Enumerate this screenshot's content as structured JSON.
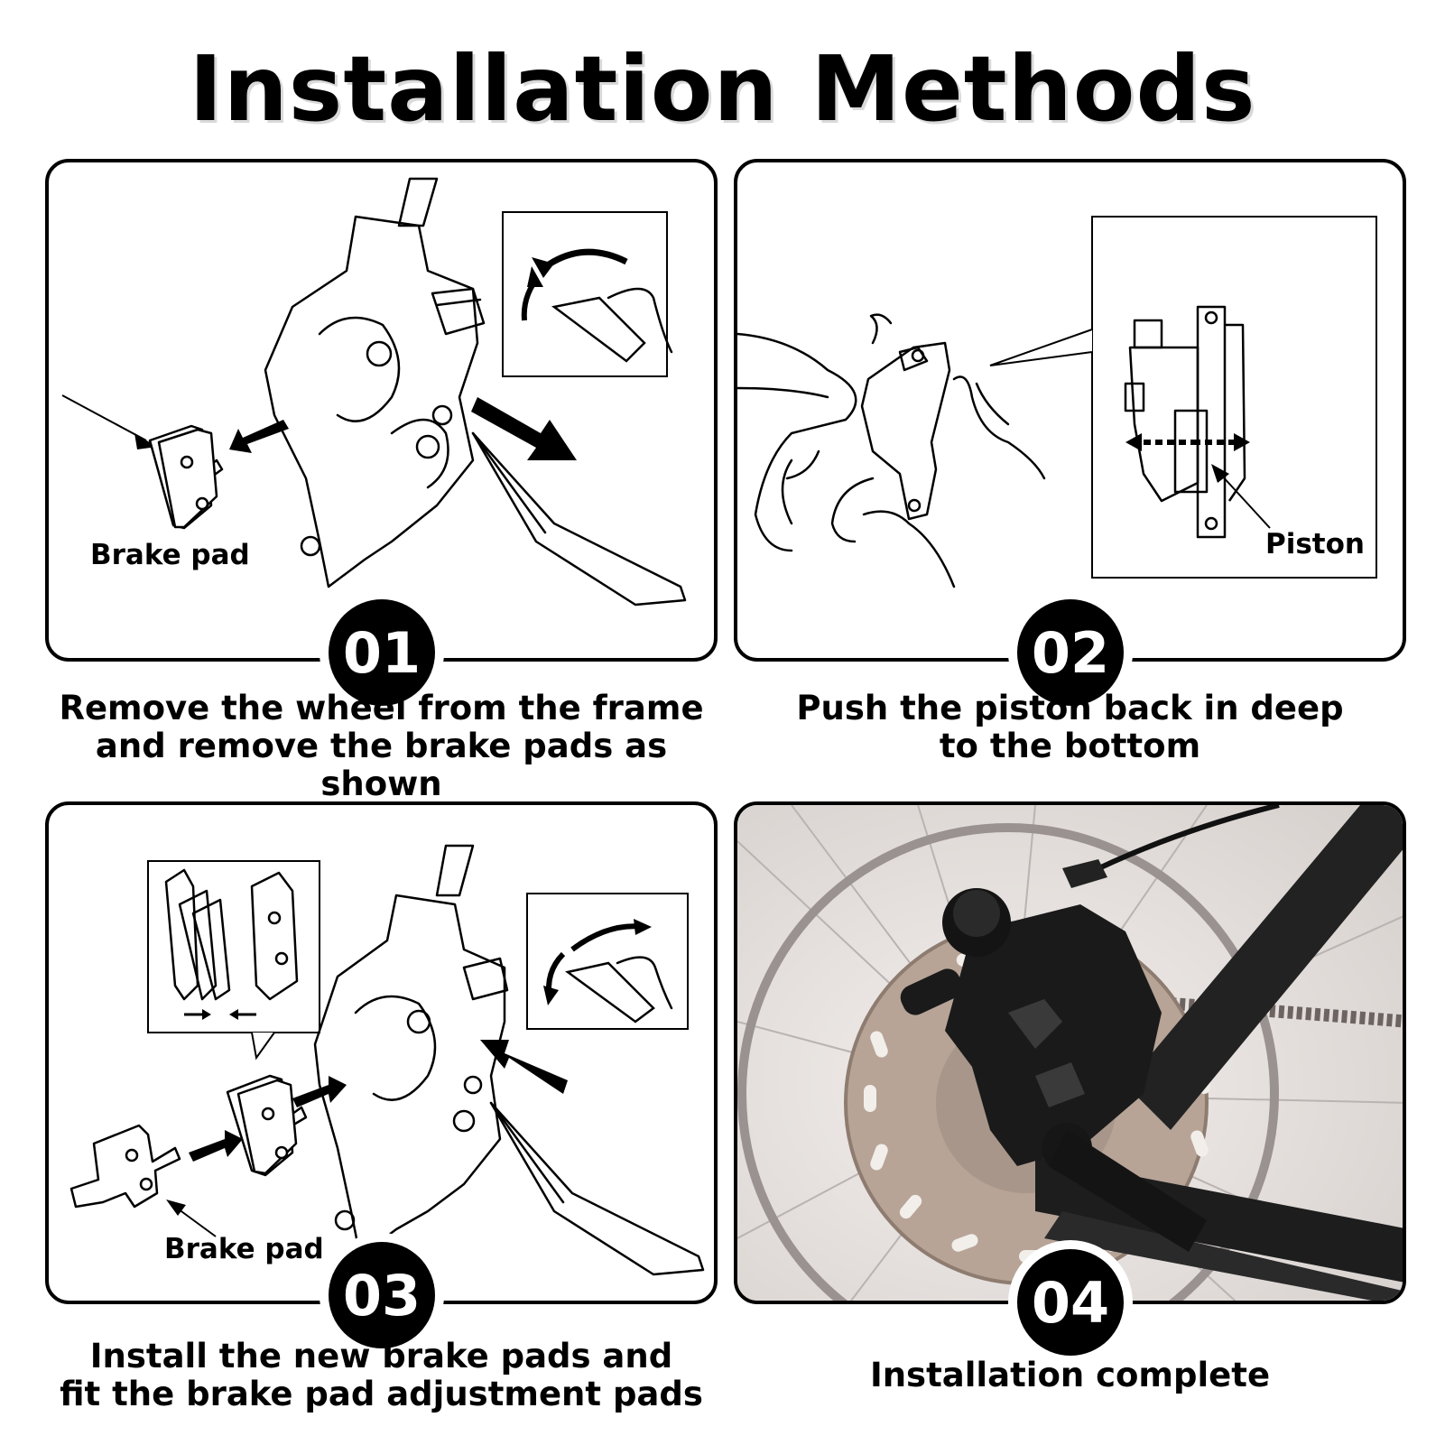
{
  "title": "Installation Methods",
  "steps": [
    {
      "number": "01",
      "caption": [
        "Remove the wheel from the frame",
        "and remove the brake pads as shown"
      ],
      "labels": [
        "Brake pad"
      ]
    },
    {
      "number": "02",
      "caption": [
        "Push the piston back in deep",
        "to the bottom"
      ],
      "labels": [
        "Piston"
      ]
    },
    {
      "number": "03",
      "caption": [
        "Install the new brake pads and",
        "fit the brake pad adjustment pads"
      ],
      "labels": [
        "Brake pad"
      ]
    },
    {
      "number": "04",
      "caption": [
        "Installation complete"
      ],
      "labels": []
    }
  ]
}
